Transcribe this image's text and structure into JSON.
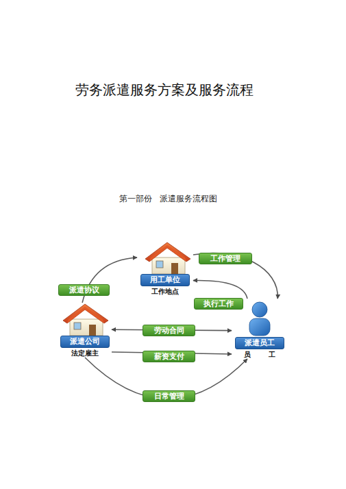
{
  "diagram": {
    "title": "劳务派遣服务方案及服务流程",
    "nodes": [
      {
        "text": [
          "用工单位",
          "工作地点"
        ]
      },
      {
        "text": [
          "派遣公司",
          "法定雇主"
        ]
      },
      {
        "text": [
          "派遣员工",
          "员 工"
        ]
      }
    ],
    "edges": [
      {
        "from": 1,
        "to": 0,
        "label": "派遣协议",
        "arrow": "to"
      },
      {
        "from": 0,
        "to": 2,
        "label": "工作管理",
        "arrow": "to"
      },
      {
        "from": 2,
        "to": 0,
        "label": "执行工作",
        "arrow": "to"
      },
      {
        "from": 1,
        "to": 2,
        "label": "劳动合同",
        "arrow": "both"
      },
      {
        "from": 1,
        "to": 2,
        "label": "薪资支付",
        "arrow": "to"
      },
      {
        "from": 1,
        "to": 2,
        "label": "日常管理",
        "arrow": "to"
      }
    ],
    "labels": [
      "第一部份 派遣服务流程图"
    ]
  }
}
